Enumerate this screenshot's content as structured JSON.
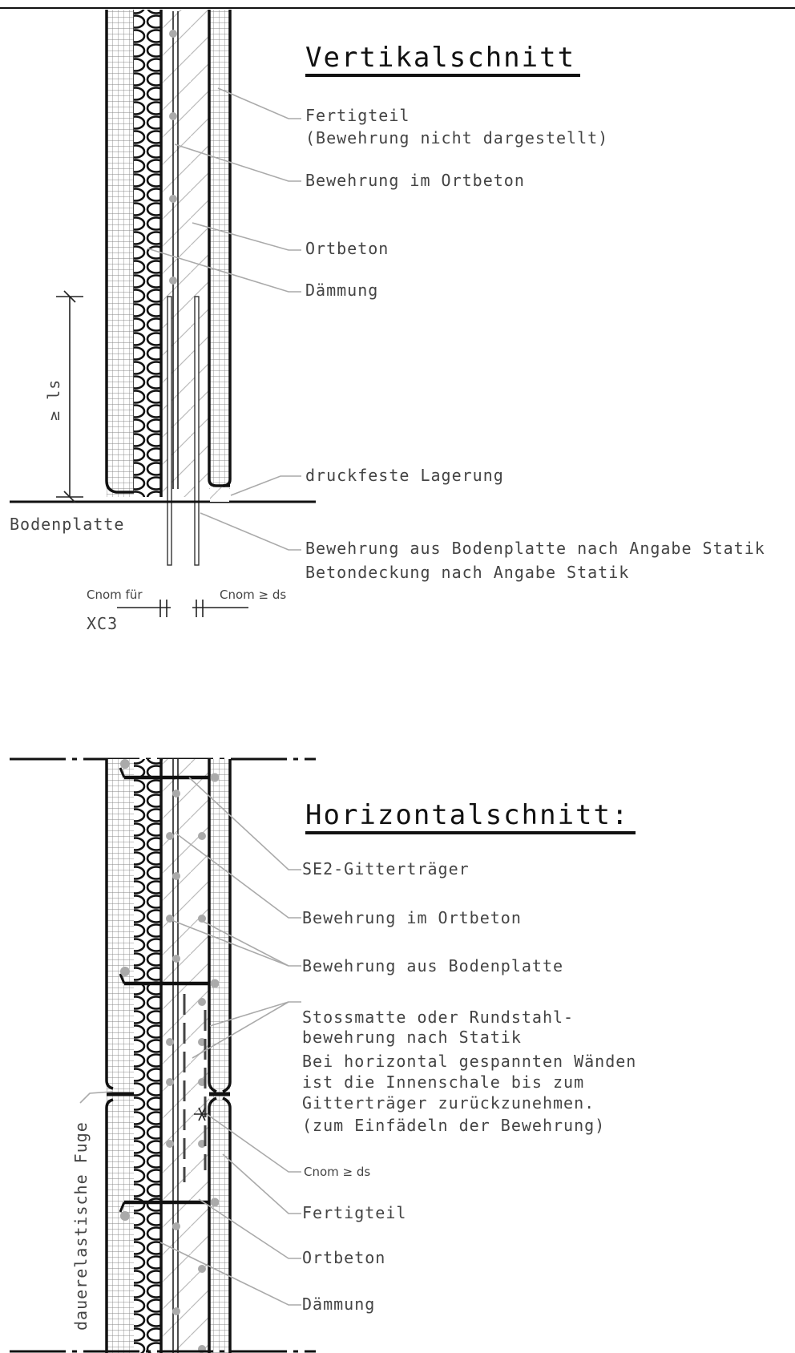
{
  "vertical": {
    "title": "Vertikalschnitt",
    "labels": {
      "fertigteil": "Fertigteil",
      "fertigteil_note": "(Bewehrung nicht dargestellt)",
      "bewehrung_ortbeton": "Bewehrung im Ortbeton",
      "ortbeton": "Ortbeton",
      "daemmung": "Dämmung",
      "lagerung": "druckfeste Lagerung",
      "bewehrung_bodenplatte": "Bewehrung aus Bodenplatte nach Angabe Statik",
      "betondeckung": "Betondeckung nach Angabe Statik",
      "bodenplatte": "Bodenplatte",
      "ls": "≥ ls",
      "cnom_fuer": "Cnom für",
      "xc3": "XC3",
      "cnom_ds": "Cnom ≥ ds"
    }
  },
  "horizontal": {
    "title": "Horizontalschnitt:",
    "labels": {
      "gittertraeger": "SE2-Gitterträger",
      "bewehrung_ortbeton": "Bewehrung im Ortbeton",
      "bewehrung_bodenplatte": "Bewehrung aus Bodenplatte",
      "stossmatte_1": "Stossmatte oder Rundstahl-",
      "stossmatte_2": "bewehrung nach Statik",
      "note_1": "Bei horizontal gespannten Wänden",
      "note_2": "ist die Innenschale bis zum",
      "note_3": "Gitterträger zurückzunehmen.",
      "note_4": "(zum Einfädeln der Bewehrung)",
      "cnom_ds": "Cnom ≥ ds",
      "fertigteil": "Fertigteil",
      "ortbeton": "Ortbeton",
      "daemmung": "Dämmung",
      "fuge": "dauerelastische Fuge"
    }
  }
}
